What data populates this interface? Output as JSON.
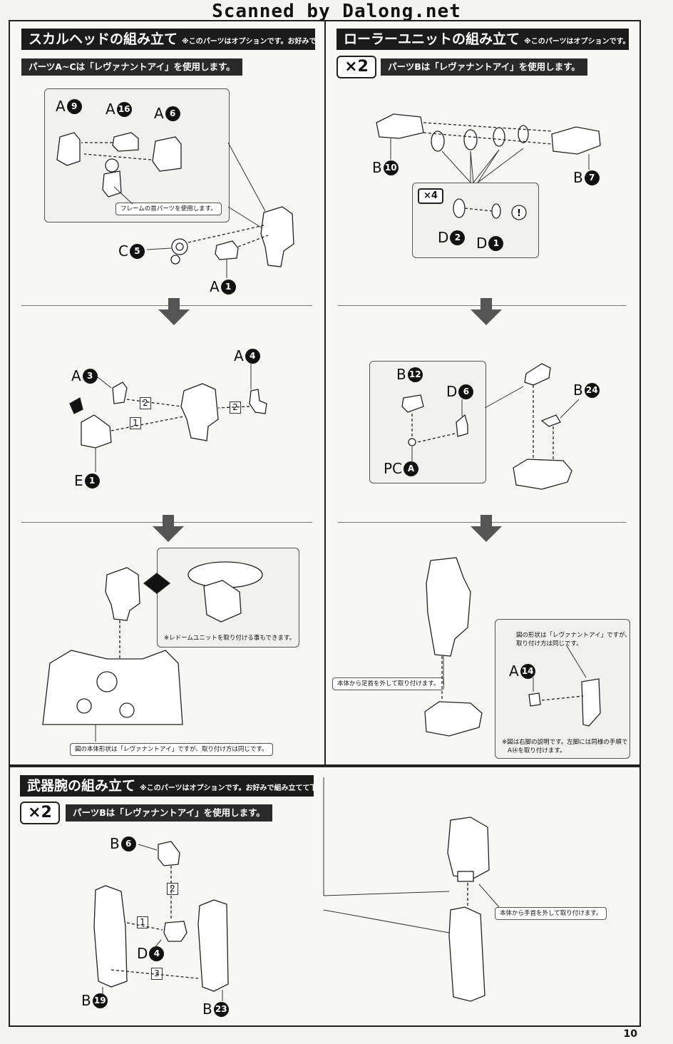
{
  "scan_credit": "Scanned by Dalong.net",
  "page_number": "10",
  "skull_head": {
    "title": "スカルヘッドの組み立て",
    "note": "※このパーツはオプションです。お好みで組み立てて下さい。",
    "sub": "パーツA~Cは「レヴァナントアイ」を使用します。",
    "frame_note": "フレームの首パーツを使用します。",
    "radome_note": "※レドームユニットを取り付ける事もできます。",
    "body_note": "図の本体形状は「レヴァナントアイ」ですが、取り付け方は同じです。"
  },
  "roller_unit": {
    "title": "ローラーユニットの組み立て",
    "note": "※このパーツはオプションです。お好みで組み立てて下さい。",
    "multiplier": "×2",
    "sub": "パーツBは「レヴァナントアイ」を使用します。",
    "inner_multiplier": "×4",
    "foot_note": "本体から足首を外して取り付けます。",
    "shape_note_1": "図の形状は「レヴァナントアイ」ですが、",
    "shape_note_2": "取り付け方は同じです。",
    "right_leg_note_1": "※図は右脚の説明です。左脚には同様の手順で",
    "right_leg_note_2": "A⑭を取り付けます。"
  },
  "weapon_arm": {
    "title": "武器腕の組み立て",
    "note": "※このパーツはオプションです。お好みで組み立てて下さい。",
    "multiplier": "×2",
    "sub": "パーツBは「レヴァナントアイ」を使用します。",
    "hand_note": "本体から手首を外して取り付けます。"
  },
  "labels": {
    "a9": {
      "letter": "A",
      "num": "9"
    },
    "a16": {
      "letter": "A",
      "num": "16"
    },
    "a6": {
      "letter": "A",
      "num": "6"
    },
    "c5": {
      "letter": "C",
      "num": "5"
    },
    "a1": {
      "letter": "A",
      "num": "1"
    },
    "a3": {
      "letter": "A",
      "num": "3"
    },
    "a4": {
      "letter": "A",
      "num": "4"
    },
    "e1": {
      "letter": "E",
      "num": "1"
    },
    "b10": {
      "letter": "B",
      "num": "10"
    },
    "b7": {
      "letter": "B",
      "num": "7"
    },
    "d2": {
      "letter": "D",
      "num": "2"
    },
    "d1": {
      "letter": "D",
      "num": "1"
    },
    "b12": {
      "letter": "B",
      "num": "12"
    },
    "d6": {
      "letter": "D",
      "num": "6"
    },
    "b24": {
      "letter": "B",
      "num": "24"
    },
    "pca": {
      "letter": "PC",
      "num": "A"
    },
    "a14": {
      "letter": "A",
      "num": "14"
    },
    "b6": {
      "letter": "B",
      "num": "6"
    },
    "d4": {
      "letter": "D",
      "num": "4"
    },
    "b19": {
      "letter": "B",
      "num": "19"
    },
    "b23": {
      "letter": "B",
      "num": "23"
    }
  },
  "steps": {
    "s1": "1",
    "s2": "2",
    "s3": "3"
  }
}
